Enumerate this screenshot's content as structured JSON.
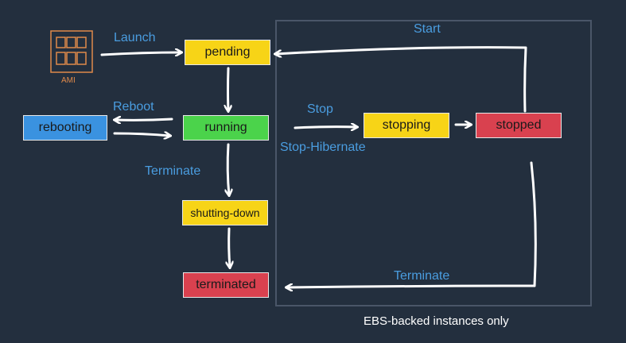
{
  "ami": {
    "label": "AMI"
  },
  "states": {
    "pending": "pending",
    "running": "running",
    "rebooting": "rebooting",
    "shutting_down": "shutting-down",
    "terminated": "terminated",
    "stopping": "stopping",
    "stopped": "stopped"
  },
  "transitions": {
    "launch": "Launch",
    "reboot": "Reboot",
    "terminate_left": "Terminate",
    "stop": "Stop",
    "stop_hibernate": "Stop-Hibernate",
    "start": "Start",
    "terminate_right": "Terminate"
  },
  "ebs_caption": "EBS-backed instances only",
  "colors": {
    "background": "#232f3e",
    "yellow": "#f7d417",
    "green": "#4bd34b",
    "blue": "#3a92e0",
    "red": "#d9414f",
    "label_blue": "#4a9de0",
    "ami_orange": "#e08a4a",
    "box_border": "#4a5668"
  }
}
